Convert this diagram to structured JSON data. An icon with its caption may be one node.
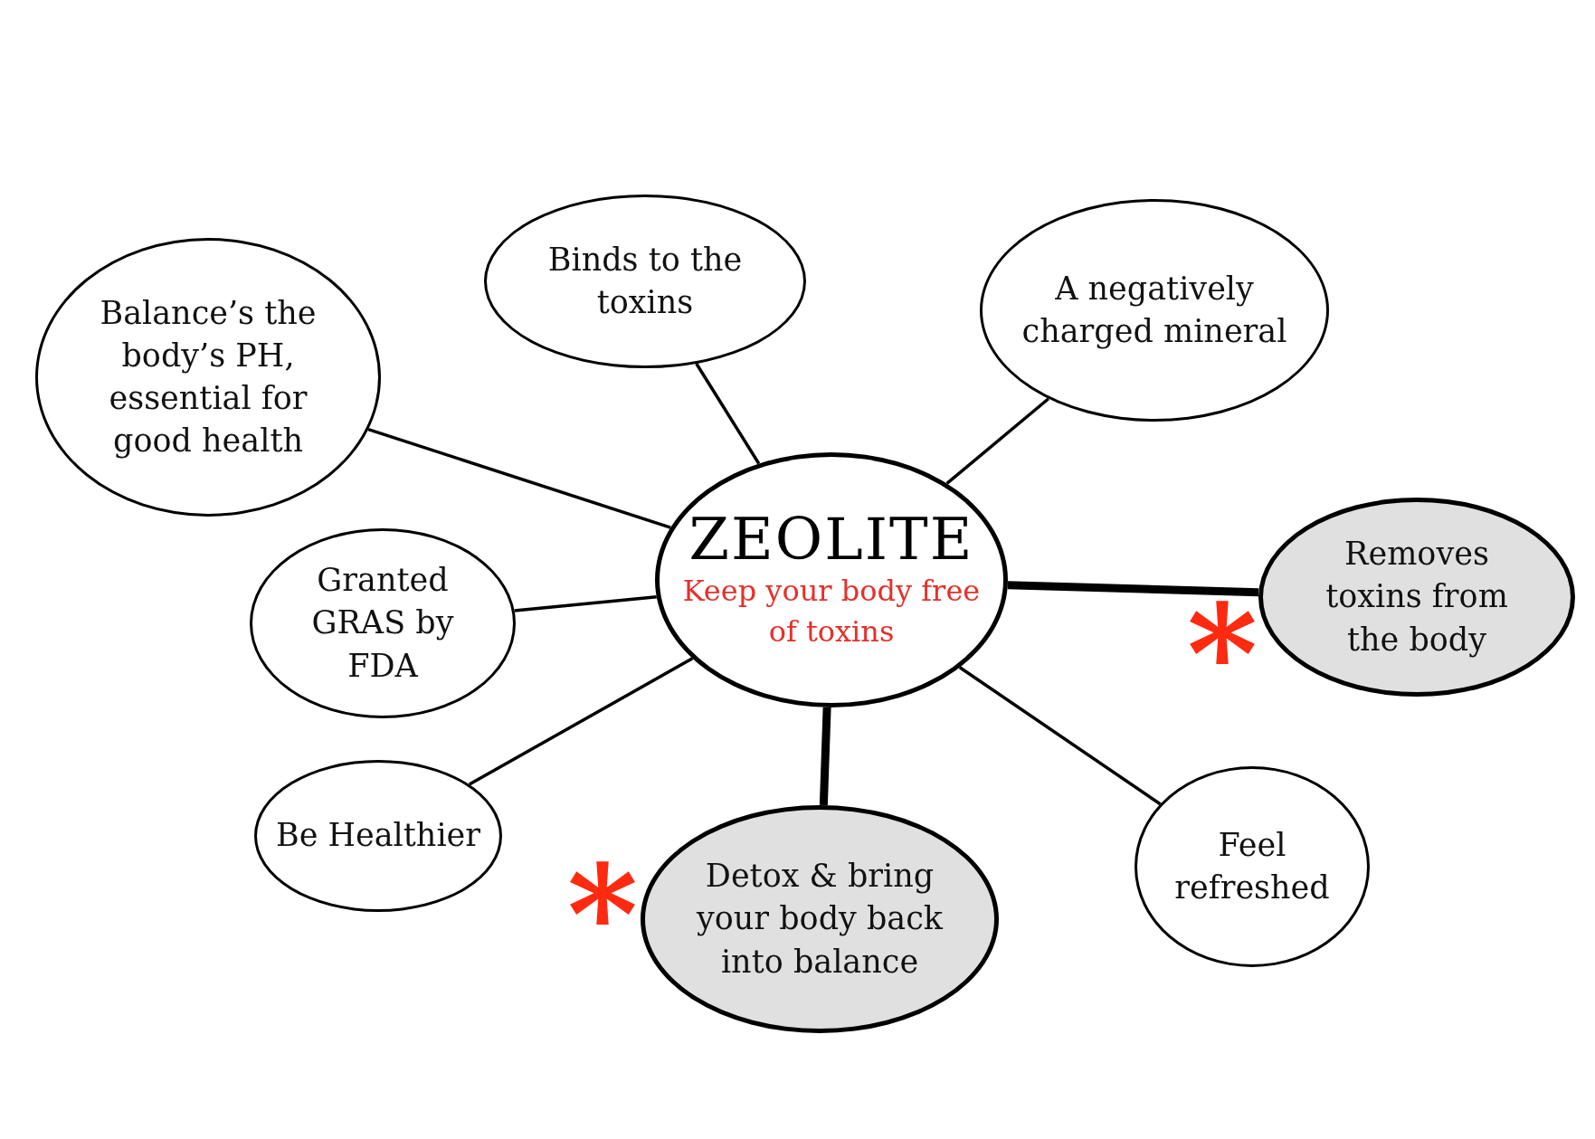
{
  "diagram": {
    "nodes": [
      {
        "text": [
          "ZEOLITE",
          "Keep your body free of toxins"
        ]
      },
      {
        "text": [
          "Balance’s the body’s PH, essential for good health"
        ]
      },
      {
        "text": [
          "Binds to the toxins"
        ]
      },
      {
        "text": [
          "A negatively charged mineral"
        ]
      },
      {
        "text": [
          "Granted GRAS by FDA"
        ]
      },
      {
        "text": [
          "Removes toxins from the body"
        ],
        "beside": [
          "*"
        ]
      },
      {
        "text": [
          "Be Healthier"
        ]
      },
      {
        "text": [
          "Detox & bring your body back into balance"
        ],
        "beside": [
          "*"
        ]
      },
      {
        "text": [
          "Feel refreshed"
        ]
      }
    ],
    "edges": [
      {
        "from": 0,
        "to": 1,
        "arrow": "none"
      },
      {
        "from": 0,
        "to": 2,
        "arrow": "none"
      },
      {
        "from": 0,
        "to": 3,
        "arrow": "none"
      },
      {
        "from": 0,
        "to": 4,
        "arrow": "none"
      },
      {
        "from": 0,
        "to": 5,
        "arrow": "none",
        "style": "thick"
      },
      {
        "from": 0,
        "to": 6,
        "arrow": "none"
      },
      {
        "from": 0,
        "to": 7,
        "arrow": "none",
        "style": "thick"
      },
      {
        "from": 0,
        "to": 8,
        "arrow": "none"
      }
    ]
  }
}
